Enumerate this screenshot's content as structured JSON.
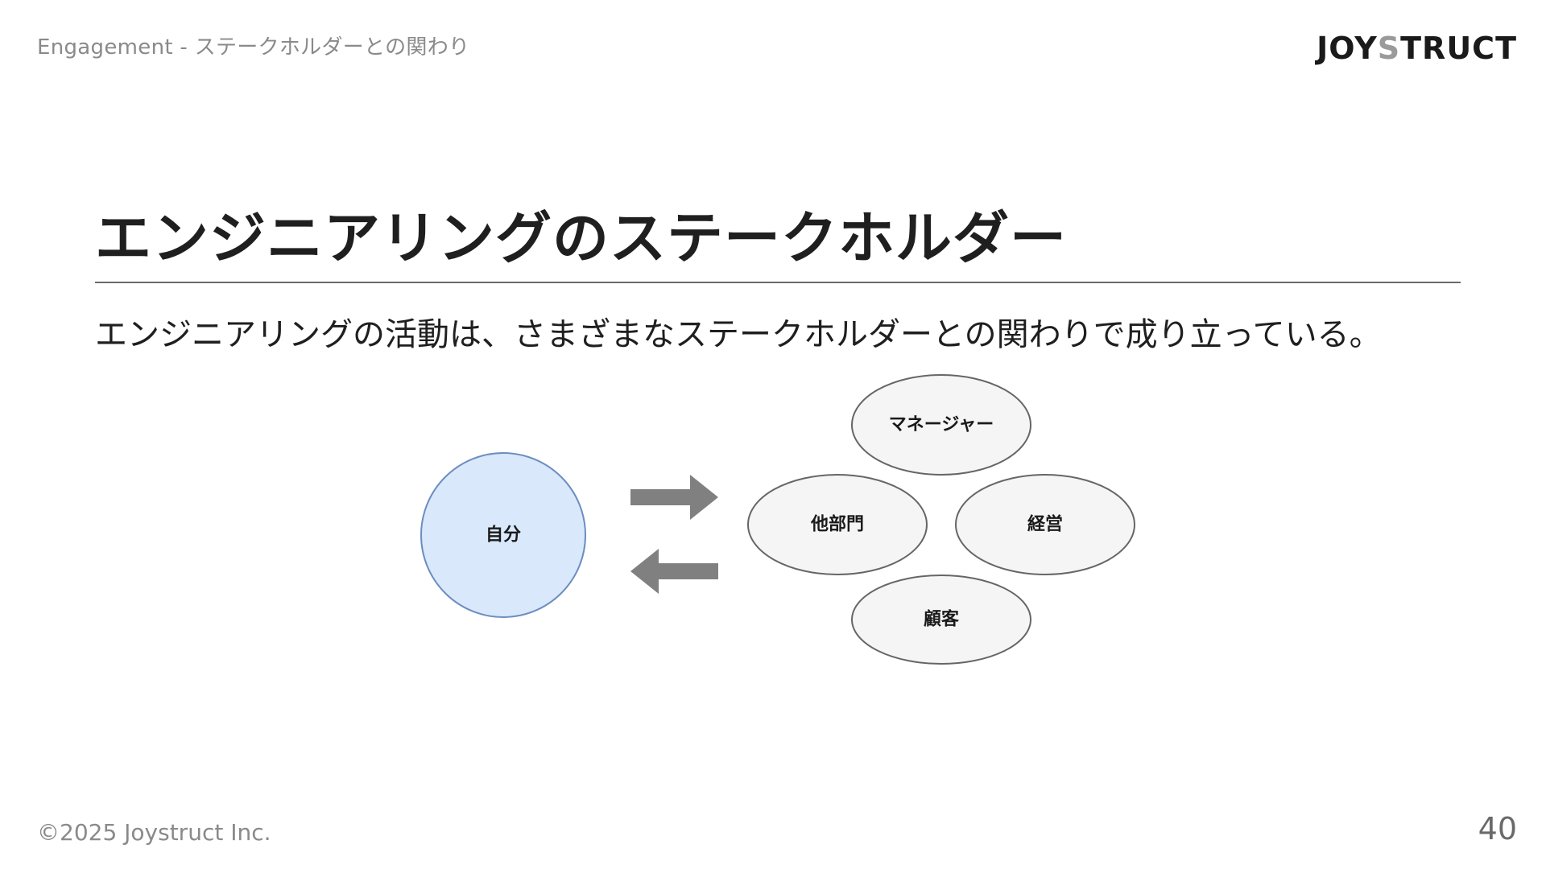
{
  "header": {
    "section_label": "Engagement - ステークホルダーとの関わり",
    "logo_main": "JOY",
    "logo_accent": "S",
    "logo_end": "TRUCT"
  },
  "slide": {
    "title": "エンジニアリングのステークホルダー",
    "subtitle": "エンジニアリングの活動は、さまざまなステークホルダーとの関わりで成り立っている。"
  },
  "diagram": {
    "self_label": "自分",
    "stakeholders": {
      "manager": "マネージャー",
      "other_dept": "他部門",
      "management": "経営",
      "customer": "顧客"
    },
    "colors": {
      "self_fill": "#dae8fc",
      "self_stroke": "#6c8ebf",
      "stakeholder_fill": "#f5f5f5",
      "stakeholder_stroke": "#666666",
      "arrow": "#808080"
    }
  },
  "footer": {
    "copyright": "©2025 Joystruct Inc.",
    "page_number": "40"
  }
}
